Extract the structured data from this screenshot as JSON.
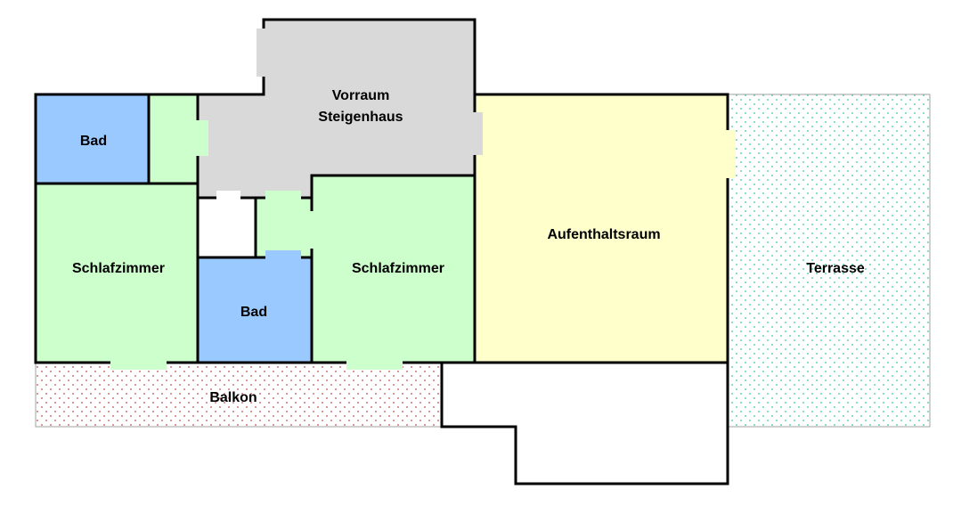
{
  "floorplan": {
    "colors": {
      "bathroom": "#99c9ff",
      "bedroom": "#ccffcc",
      "hall": "#d9d9d9",
      "living": "#ffffcc",
      "balcony_dots": "#c0504d",
      "terrace_dots": "#33cc99",
      "walls": "#000000"
    },
    "rooms": {
      "bad_1": "Bad",
      "bad_2": "Bad",
      "schlafzimmer_1": "Schlafzimmer",
      "schlafzimmer_2": "Schlafzimmer",
      "vorraum_line1": "Vorraum",
      "vorraum_line2": "Steigenhaus",
      "aufenthaltsraum": "Aufenthaltsraum",
      "terrasse": "Terrasse",
      "balkon": "Balkon"
    }
  }
}
